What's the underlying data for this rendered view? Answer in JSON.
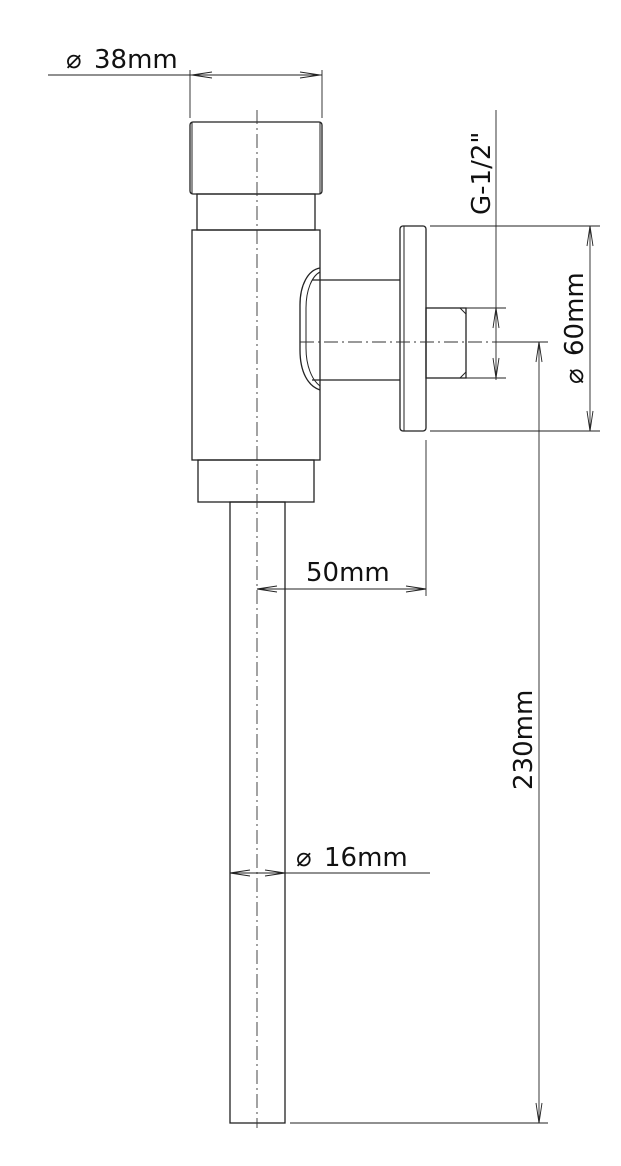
{
  "dimensions": {
    "top_diameter": {
      "symbol": "⌀",
      "label": "38mm"
    },
    "thread": {
      "label": "G-1/2\""
    },
    "flange_diameter": {
      "symbol": "⌀",
      "label": "60mm"
    },
    "offset": {
      "label": "50mm"
    },
    "length": {
      "label": "230mm"
    },
    "pipe_diameter": {
      "symbol": "⌀",
      "label": "16mm"
    }
  }
}
